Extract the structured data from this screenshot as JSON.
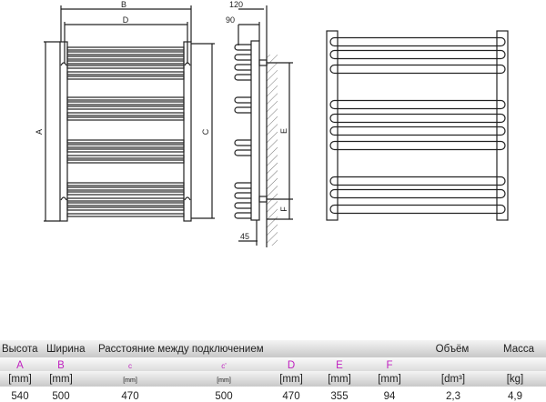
{
  "drawing": {
    "labels": {
      "A": "A",
      "B": "B",
      "C": "C",
      "D": "D",
      "E": "E",
      "F": "F",
      "d120": "120",
      "d90": "90",
      "d45": "45"
    }
  },
  "table": {
    "headers": [
      "Высота",
      "Ширина",
      "Расстояние между подключением",
      "Объём",
      "Масса"
    ],
    "letters": [
      "A",
      "B",
      "c",
      "c'",
      "D",
      "E",
      "F"
    ],
    "units": [
      "[mm]",
      "[mm]",
      "[mm]",
      "[mm]",
      "[mm]",
      "[mm]",
      "[mm]",
      "[dm³]",
      "[kg]"
    ],
    "values": [
      "540",
      "500",
      "470",
      "500",
      "470",
      "355",
      "94",
      "2,3",
      "4,9"
    ],
    "letter_color": "#c020c0"
  }
}
